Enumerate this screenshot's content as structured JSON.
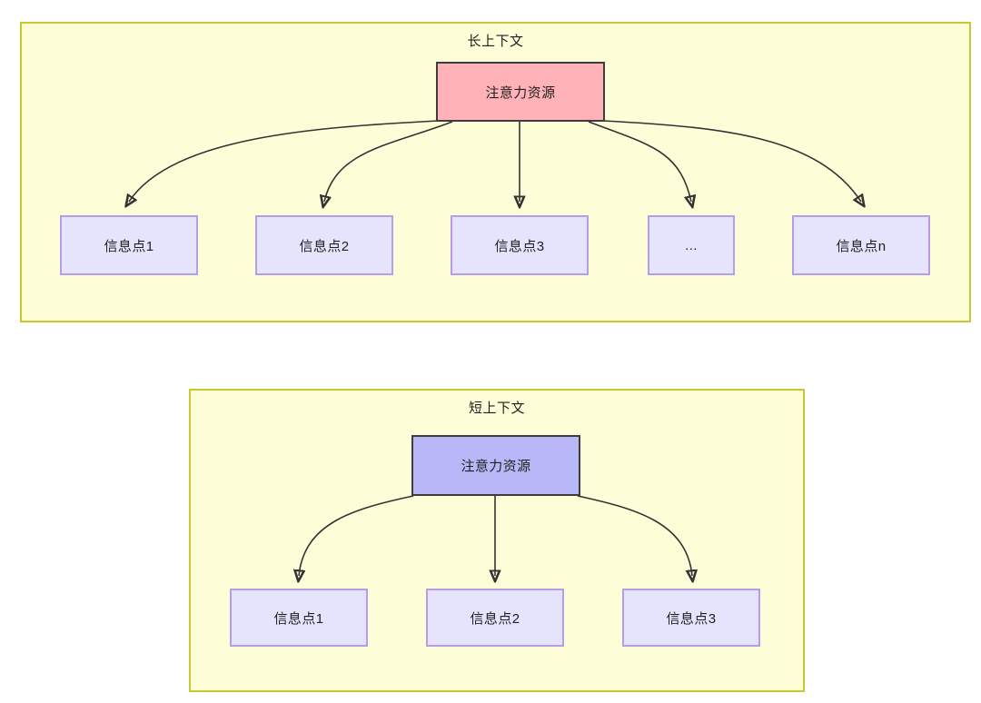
{
  "diagram": {
    "type": "hierarchy-comparison",
    "background_color": "#ffffff",
    "groups": [
      {
        "id": "long-context",
        "title": "长上下文",
        "frame_color": "#fdfdd7",
        "frame_border_color": "#c8c830",
        "root": {
          "label": "注意力资源",
          "fill": "#ffb3b8",
          "border": "#3d3d3d"
        },
        "children": [
          {
            "label": "信息点1",
            "fill": "#e6e4fd",
            "border": "#b59de8"
          },
          {
            "label": "信息点2",
            "fill": "#e6e4fd",
            "border": "#b59de8"
          },
          {
            "label": "信息点3",
            "fill": "#e6e4fd",
            "border": "#b59de8"
          },
          {
            "label": "...",
            "fill": "#e6e4fd",
            "border": "#b59de8"
          },
          {
            "label": "信息点n",
            "fill": "#e6e4fd",
            "border": "#b59de8"
          }
        ]
      },
      {
        "id": "short-context",
        "title": "短上下文",
        "frame_color": "#fdfdd7",
        "frame_border_color": "#c8c830",
        "root": {
          "label": "注意力资源",
          "fill": "#b8b8f8",
          "border": "#3d3d3d"
        },
        "children": [
          {
            "label": "信息点1",
            "fill": "#e6e4fd",
            "border": "#b59de8"
          },
          {
            "label": "信息点2",
            "fill": "#e6e4fd",
            "border": "#b59de8"
          },
          {
            "label": "信息点3",
            "fill": "#e6e4fd",
            "border": "#b59de8"
          }
        ]
      }
    ],
    "edge_color": "#333333"
  }
}
